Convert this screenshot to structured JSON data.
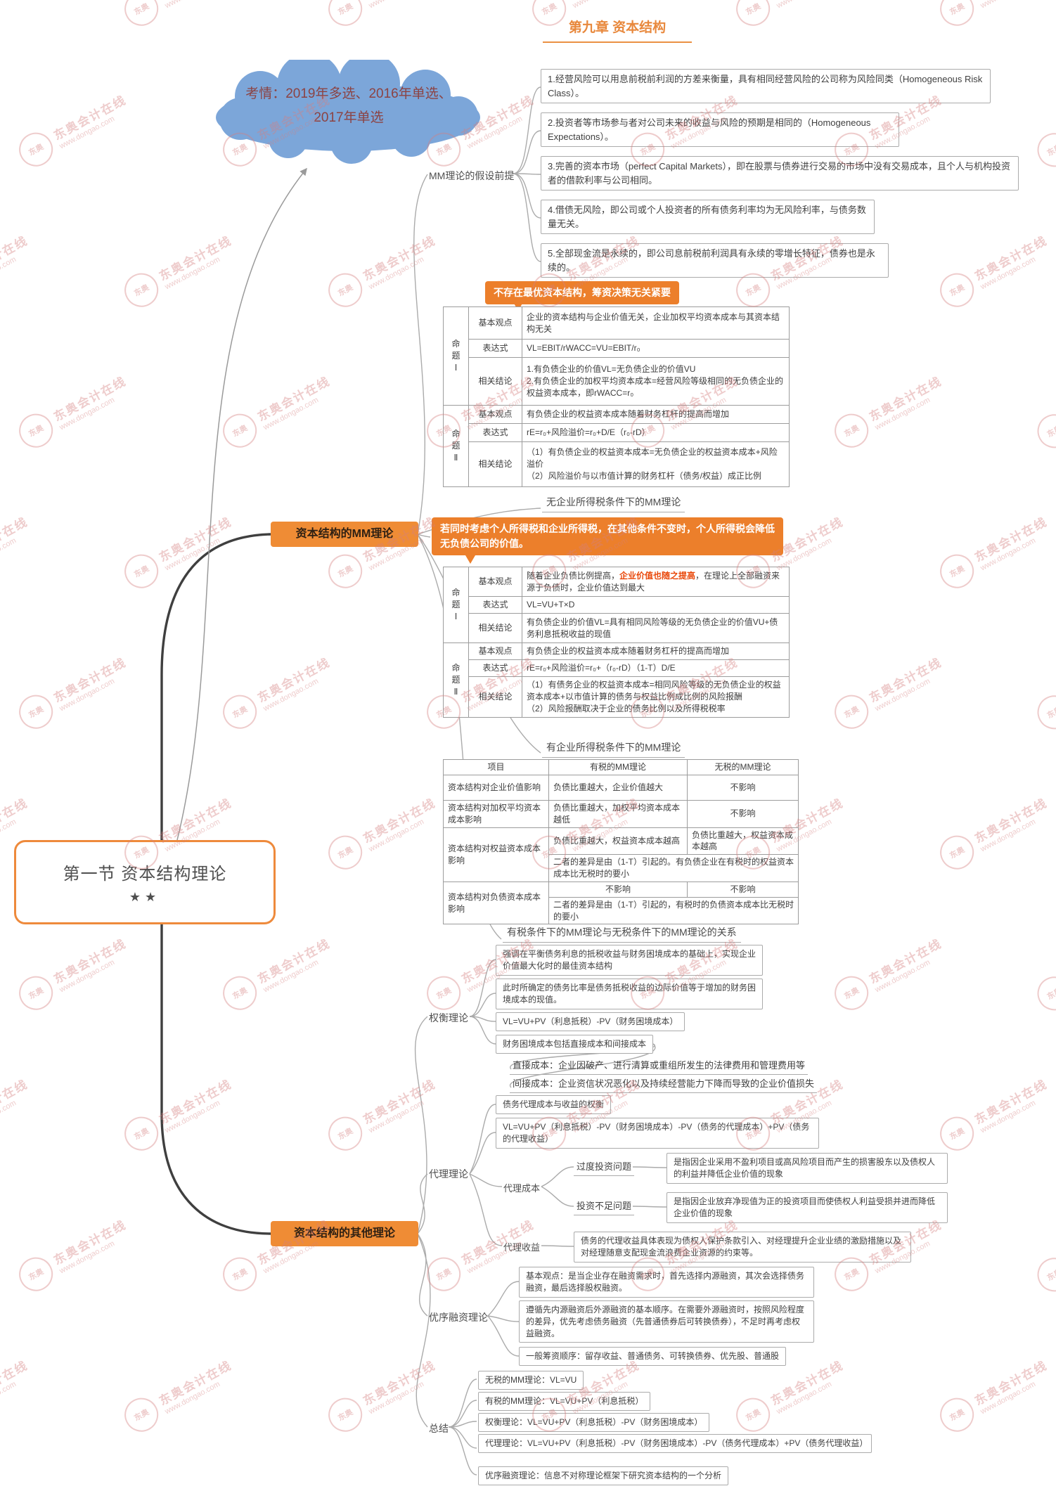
{
  "page": {
    "chapter_title": "第九章 资本结构",
    "watermark": {
      "brand": "东奥会计在线",
      "url": "www.dongao.com",
      "badge": "东奥"
    },
    "colors": {
      "accent": "#ED8733",
      "callout": "#EC7F2B",
      "highlight_red": "#E94709",
      "cloud_blue": "#7CA6D9"
    }
  },
  "cloud": {
    "exam_note": "考情：2019年多选、2016年单选、2017年单选"
  },
  "root": {
    "title": "第一节 资本结构理论",
    "stars": "★★"
  },
  "branches": {
    "mm_label": "资本结构的MM理论",
    "other_label": "资本结构的其他理论"
  },
  "mm": {
    "assumptions_label": "MM理论的假设前提",
    "assumptions": [
      "1.经营风险可以用息前税前利润的方差来衡量，具有相同经营风险的公司称为风险同类（Homogeneous Risk Class）。",
      "2.投资者等市场参与者对公司未来的收益与风险的预期是相同的（Homogeneous Expectations）。",
      "3.完善的资本市场（perfect Capital Markets），即在股票与债券进行交易的市场中没有交易成本，且个人与机构投资者的借款利率与公司相同。",
      "4.借债无风险，即公司或个人投资者的所有债务利率均为无风险利率，与债务数量无关。",
      "5.全部现金流是永续的，即公司息前税前利润具有永续的零增长特征，债券也是永续的。"
    ],
    "callout_no_optimal": "不存在最优资本结构，筹资决策无关紧要",
    "row_labels": {
      "view": "基本观点",
      "expr": "表达式",
      "concl": "相关结论",
      "p1": "命题\nⅠ",
      "p2": "命题\nⅡ"
    },
    "no_tax": {
      "caption": "无企业所得税条件下的MM理论",
      "p1_view": "企业的资本结构与企业价值无关，企业加权平均资本成本与其资本结构无关",
      "p1_expr": "VL=EBIT/rWACC=VU=EBIT/r₀",
      "p1_concl": "1.有负债企业的价值VL=无负债企业的价值VU\n2.有负债企业的加权平均资本成本=经营风险等级相同的无负债企业的权益资本成本，即rWACC=r₀",
      "p2_view": "有负债企业的权益资本成本随着财务杠杆的提高而增加",
      "p2_expr": "rE=r₀+风险溢价=r₀+D/E（r₀-rD）",
      "p2_concl": "（1）有负债企业的权益资本成本=无负债企业的权益资本成本+风险溢价\n（2）风险溢价与以市值计算的财务杠杆（债务/权益）成正比例"
    },
    "callout_personal_tax": "若同时考虑个人所得税和企业所得税，在其他条件不变时，个人所得税会降低无负债公司的价值。",
    "tax": {
      "caption": "有企业所得税条件下的MM理论",
      "p1_view_pre": "随着企业负债比例提高，",
      "p1_view_highlight": "企业价值也随之提高",
      "p1_view_post": "，在理论上全部融资来源于负债时，企业价值达到最大",
      "p1_expr": "VL=VU+T×D",
      "p1_concl": "有负债企业的价值VL=具有相同风险等级的无负债企业的价值VU+债务利息抵税收益的现值",
      "p2_view": "有负债企业的权益资本成本随着财务杠杆的提高而增加",
      "p2_expr": "rE=r₀+风险溢价=r₀+（r₀-rD）（1-T）D/E",
      "p2_concl": "（1）有债务企业的权益资本成本=相同风险等级的无负债企业的权益资本成本+以市值计算的债务与权益比例成比例的风险报酬\n（2）风险报酬取决于企业的债务比例以及所得税税率"
    },
    "comparison": {
      "caption": "有税条件下的MM理论与无税条件下的MM理论的关系",
      "headers": [
        "项目",
        "有税的MM理论",
        "无税的MM理论"
      ],
      "value_label": "资本结构对企业价值影响",
      "value_tax": "负债比重越大，企业价值越大",
      "value_no_tax": "不影响",
      "wacc_label": "资本结构对加权平均资本成本影响",
      "wacc_tax": "负债比重越大，加权平均资本成本越低",
      "wacc_no_tax": "不影响",
      "equity_label": "资本结构对权益资本成本影响",
      "equity_tax": "负债比重越大，权益资本成本越高",
      "equity_no_tax": "负债比重越大，权益资本成本越高",
      "equity_note": "二者的差异是由（1-T）引起的。有负债企业在有税时的权益资本成本比无税时的要小",
      "debt_label": "资本结构对负债资本成本影响",
      "debt_tax": "不影响",
      "debt_no_tax": "不影响",
      "debt_note": "二者的差异是由（1-T）引起的，有税时的负债资本成本比无税时的要小"
    }
  },
  "other": {
    "tradeoff": {
      "label": "权衡理论",
      "item1": "强调在平衡债务利息的抵税收益与财务困境成本的基础上，实现企业价值最大化时的最佳资本结构",
      "item2": "此时所确定的债务比率是债务抵税收益的边际价值等于增加的财务困境成本的现值。",
      "formula": "VL=VU+PV（利息抵税）-PV（财务困境成本）",
      "cost_types": "财务困境成本包括直接成本和间接成本",
      "direct_cost": "直接成本：企业因破产、进行清算或重组所发生的法律费用和管理费用等",
      "indirect_cost": "间接成本：企业资信状况恶化以及持续经营能力下降而导致的企业价值损失"
    },
    "agency": {
      "label": "代理理论",
      "item1": "债务代理成本与收益的权衡",
      "formula": "VL=VU+PV（利息抵税）-PV（财务困境成本）-PV（债务的代理成本）+PV（债务的代理收益）",
      "cost_label": "代理成本",
      "over_label": "过度投资问题",
      "over_desc": "是指因企业采用不盈利项目或高风险项目而产生的损害股东以及债权人的利益并降低企业价值的现象",
      "under_label": "投资不足问题",
      "under_desc": "是指因企业放弃净现值为正的投资项目而使债权人利益受损并进而降低企业价值的现象",
      "benefit_label": "代理收益",
      "benefit_desc": "债务的代理收益具体表现为债权人保护条款引入、对经理提升企业业绩的激励措施以及对经理随意支配现金流浪费企业资源的约束等。"
    },
    "pecking": {
      "label": "优序融资理论",
      "item1": "基本观点：是当企业存在融资需求时，首先选择内源融资，其次会选择债务融资，最后选择股权融资。",
      "item2": "遵循先内源融资后外源融资的基本顺序。在需要外源融资时，按照风险程度的差异，优先考虑债务融资（先普通债券后可转换债券），不足时再考虑权益融资。",
      "item3": "一般筹资顺序：留存收益、普通债务、可转换债券、优先股、普通股"
    },
    "summary": {
      "label": "总结",
      "items": [
        "无税的MM理论：VL=VU",
        "有税的MM理论：VL=VU+PV（利息抵税）",
        "权衡理论：VL=VU+PV（利息抵税）-PV（财务困境成本）",
        "代理理论：VL=VU+PV（利息抵税）-PV（财务困境成本）-PV（债务代理成本）+PV（债务代理收益）",
        "优序融资理论：信息不对称理论框架下研究资本结构的一个分析"
      ]
    }
  }
}
